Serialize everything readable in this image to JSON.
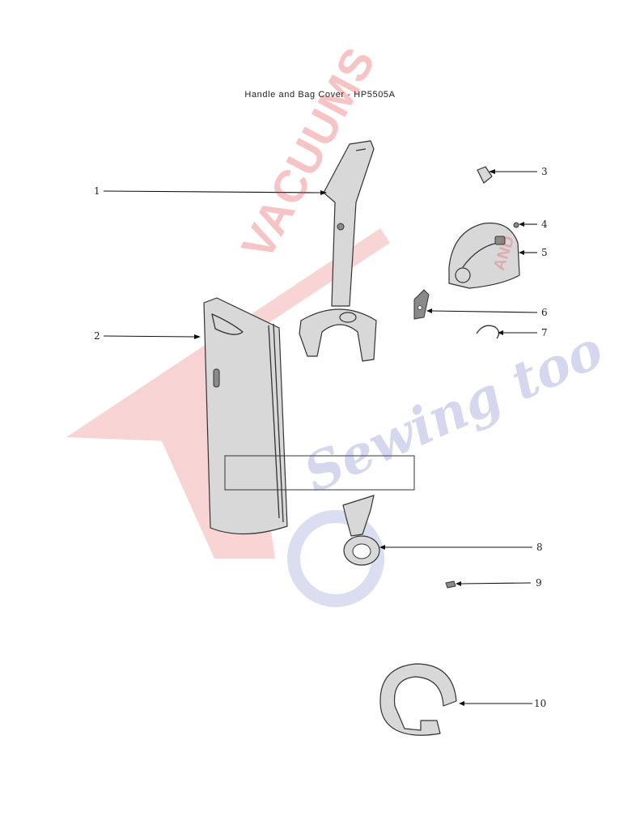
{
  "title": "Handle and Bag Cover - HP5505A",
  "parts": [
    {
      "num": "1",
      "icon": "handle-icon"
    },
    {
      "num": "2",
      "icon": "bag-cover-icon"
    },
    {
      "num": "3",
      "icon": "switch-button-icon"
    },
    {
      "num": "4",
      "icon": "screw-icon"
    },
    {
      "num": "5",
      "icon": "handle-housing-icon"
    },
    {
      "num": "6",
      "icon": "release-lever-icon"
    },
    {
      "num": "7",
      "icon": "spring-clip-icon"
    },
    {
      "num": "8",
      "icon": "cord-holder-icon"
    },
    {
      "num": "9",
      "icon": "screw-icon"
    },
    {
      "num": "10",
      "icon": "cord-wrap-icon"
    }
  ],
  "watermark": {
    "brand": "VACUUMS",
    "and": "AND",
    "script": "Sewing too",
    "brand_color": "#e13c3c",
    "script_color": "#5a64be"
  }
}
